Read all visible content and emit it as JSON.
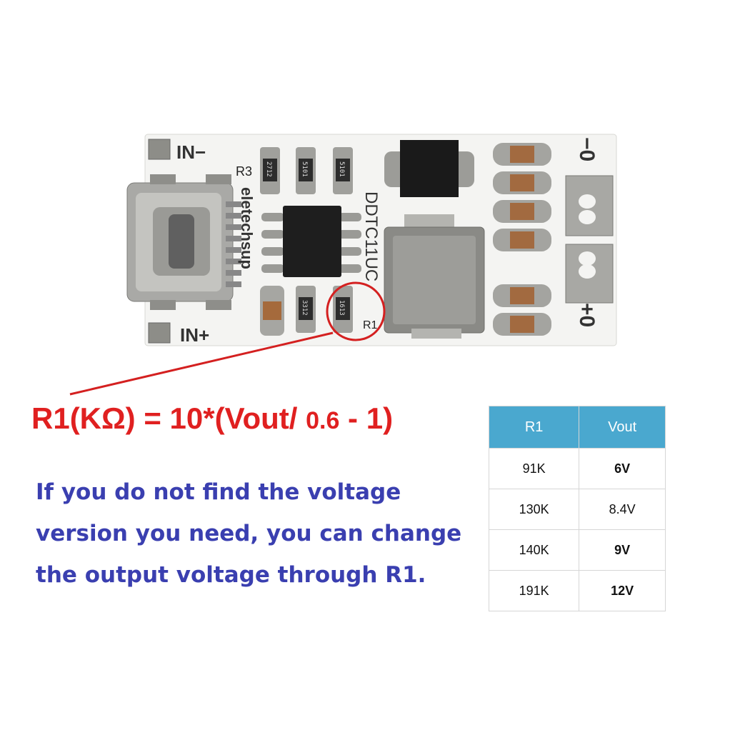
{
  "board": {
    "label_in_minus": "IN−",
    "label_in_plus": "IN+",
    "label_out_minus": "−0",
    "label_out_plus": "+0",
    "label_r3": "R3",
    "label_r1": "R1",
    "brand_text": "eletechsup",
    "model_text": "DDTC11UC",
    "resistor_codes": [
      "2712",
      "5101",
      "5101",
      "3312",
      "1613"
    ]
  },
  "formula": {
    "prefix": "R1(KΩ) = 10*(Vout/ ",
    "divisor": "0.6",
    "suffix": " - 1)"
  },
  "note": {
    "line1": "If you do not find the voltage",
    "line2": "version you need, you can change",
    "line3": "the output voltage through R1."
  },
  "table": {
    "header_r1": "R1",
    "header_vout": "Vout",
    "rows": [
      {
        "r": "91K",
        "v": "6V"
      },
      {
        "r": "130K",
        "v": "8.4V"
      },
      {
        "r": "140K",
        "v": "9V"
      },
      {
        "r": "191K",
        "v": "12V"
      }
    ]
  },
  "colors": {
    "formula": "#e02020",
    "note": "#3a3fb0",
    "table_header": "#4aa8cf",
    "highlight_circle": "#d42020"
  }
}
